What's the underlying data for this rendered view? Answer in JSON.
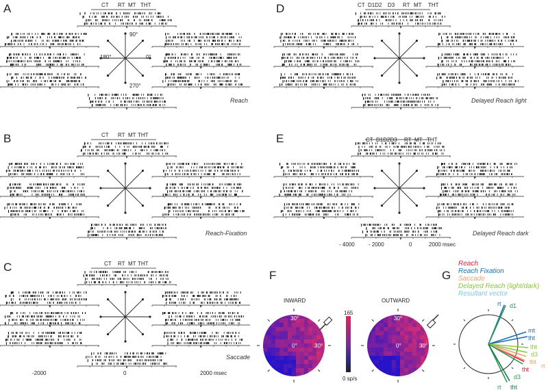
{
  "panels": {
    "A": {
      "letter": "A",
      "title": "Reach",
      "header": [
        "CT",
        "RT",
        "MT",
        "THT"
      ],
      "angles": [
        "90°",
        "180°",
        "0°",
        "270°"
      ]
    },
    "B": {
      "letter": "B",
      "title": "Reach-Fixation",
      "header": [
        "CT",
        "RT",
        "MT",
        "THT"
      ]
    },
    "C": {
      "letter": "C",
      "title": "Saccade",
      "header": [
        "CT",
        "RT",
        "MT",
        "THT"
      ],
      "axis": [
        "-2000",
        "0",
        "2000 msec"
      ]
    },
    "D": {
      "letter": "D",
      "title": "Delayed Reach light",
      "header": [
        "CT",
        "D1D2",
        "D3",
        "RT",
        "MT",
        "THT"
      ]
    },
    "E": {
      "letter": "E",
      "title": "Delayed Reach dark",
      "header": [
        "CT",
        "D1D2D3",
        "RT",
        "MT",
        "THT"
      ],
      "axis": [
        "- 4000",
        "- 2000",
        "0",
        "2000 msec"
      ]
    },
    "F": {
      "letter": "F",
      "inward": "INWARD",
      "outward": "OUTWARD",
      "deg30": "30°",
      "deg0": "0°",
      "cbar_max": "165",
      "cbar_min": "0 sp/s"
    },
    "G": {
      "letter": "G",
      "legend": [
        {
          "label": "Reach",
          "color": "#e0203a"
        },
        {
          "label": "Reach Fixation",
          "color": "#1f6fb5"
        },
        {
          "label": "Saccade",
          "color": "#f0a070"
        },
        {
          "label": "Delayed Reach (light/dark)",
          "color": "#8cc640"
        },
        {
          "label": "Resultant vector",
          "color": "#7fc4e8"
        }
      ],
      "vectors": [
        {
          "label": "rt",
          "angle": 68,
          "color": "#1f6fb5"
        },
        {
          "label": "d1",
          "angle": 66,
          "color": "#2a9a50"
        },
        {
          "label": "mt",
          "angle": 18,
          "color": "#1f6fb5"
        },
        {
          "label": "tht",
          "angle": 11,
          "color": "#1f6fb5"
        },
        {
          "label": "tht",
          "angle": -5,
          "color": "#8cc640"
        },
        {
          "label": "d3",
          "angle": -12,
          "color": "#8cc640"
        },
        {
          "label": "tht",
          "angle": -18,
          "color": "#f0a070"
        },
        {
          "label": "tht",
          "angle": -26,
          "color": "#e0203a"
        },
        {
          "label": "rt",
          "angle": -24,
          "color": "#f0a070"
        },
        {
          "label": "d3",
          "angle": -30,
          "color": "#2a9a50"
        },
        {
          "label": "rt",
          "angle": -64,
          "color": "#2a9a50"
        },
        {
          "label": "tht",
          "angle": -60,
          "color": "#1a7a50"
        }
      ]
    }
  }
}
